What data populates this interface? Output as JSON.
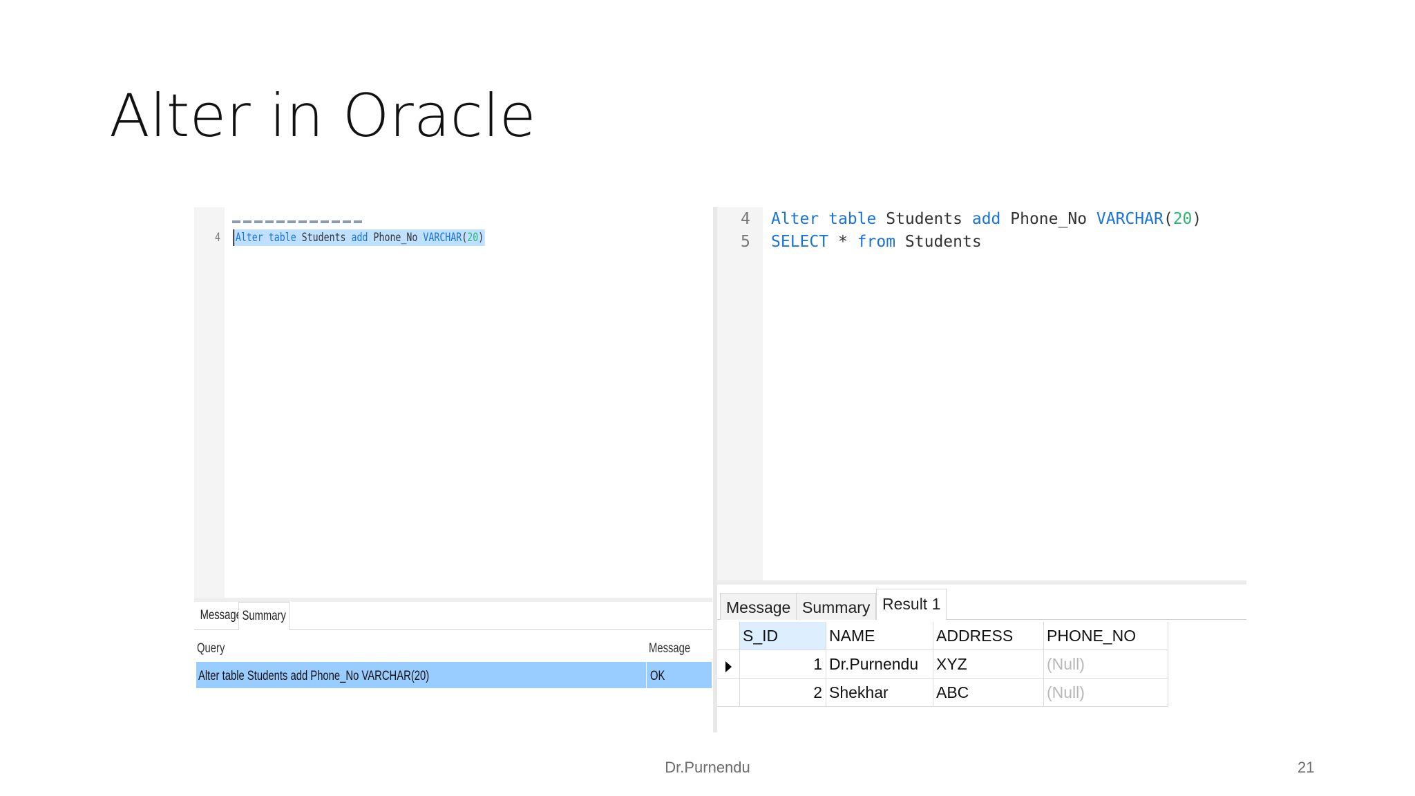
{
  "slide": {
    "title": "Alter in Oracle",
    "footer": "Dr.Purnendu",
    "page_number": "21"
  },
  "left_screenshot": {
    "editor_line": {
      "number": "4",
      "kw_alter": "Alter",
      "kw_table": "table",
      "table_name": "Students",
      "kw_add": "add",
      "column": "Phone_No",
      "type": "VARCHAR",
      "open": "(",
      "size": "20",
      "close": ")"
    },
    "tabs": [
      "Message",
      "Summary"
    ],
    "active_tab": "Summary",
    "headers": {
      "query": "Query",
      "message": "Message"
    },
    "row": {
      "query": "Alter table Students add Phone_No VARCHAR(20)",
      "message": "OK"
    }
  },
  "right_screenshot": {
    "editor_lines": [
      {
        "number": "4",
        "t1": "Alter",
        "t2": "table",
        "t3": "Students",
        "t4": "add",
        "t5": "Phone_No",
        "t6": "VARCHAR",
        "t7": "(",
        "t8": "20",
        "t9": ")"
      },
      {
        "number": "5",
        "t1": "SELECT",
        "t2": "*",
        "t3": "from",
        "t4": "Students"
      }
    ],
    "tabs": [
      "Message",
      "Summary",
      "Result 1"
    ],
    "active_tab": "Result 1",
    "columns": [
      "S_ID",
      "NAME",
      "ADDRESS",
      "PHONE_NO"
    ],
    "rows": [
      {
        "s_id": "1",
        "name": "Dr.Purnendu",
        "address": "XYZ",
        "phone_no": "(Null)"
      },
      {
        "s_id": "2",
        "name": "Shekhar",
        "address": "ABC",
        "phone_no": "(Null)"
      }
    ],
    "colors": {
      "keyword": "#1a73d6",
      "number": "#2bb673",
      "selected_row": "#99ccff",
      "null_text": "#b7b7b7"
    }
  }
}
